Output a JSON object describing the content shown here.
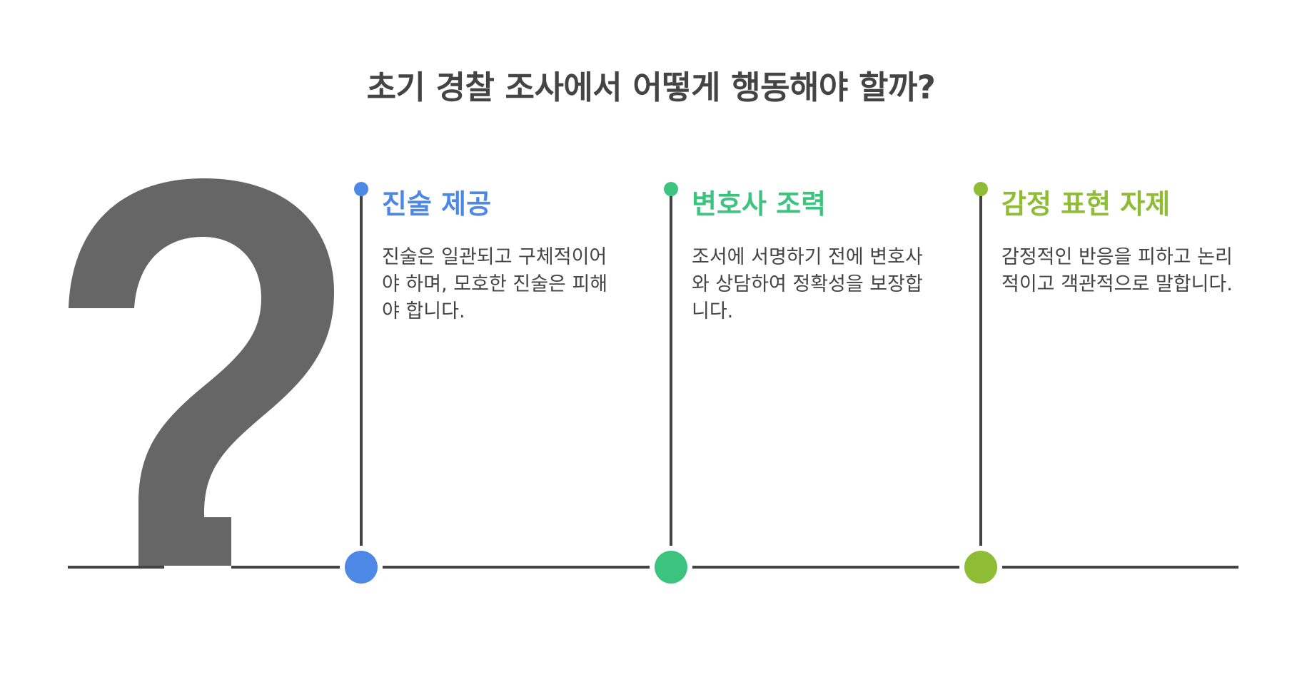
{
  "title": "초기 경찰 조사에서 어떻게 행동해야 할까?",
  "steps": [
    {
      "heading": "진술 제공",
      "body": "진술은 일관되고 구체적이어야 하며, 모호한 진술은 피해야 합니다.",
      "color": "#4D88E6"
    },
    {
      "heading": "변호사 조력",
      "body": "조서에 서명하기 전에 변호사와 상담하여 정확성을 보장합니다.",
      "color": "#3CC47E"
    },
    {
      "heading": "감정 표현 자제",
      "body": "감정적인 반응을 피하고 논리적이고 객관적으로 말합니다.",
      "color": "#8FBC35"
    }
  ],
  "icon": "question-mark-icon",
  "colors": {
    "line": "#444444",
    "question_mark": "#666666",
    "title": "#444444"
  }
}
